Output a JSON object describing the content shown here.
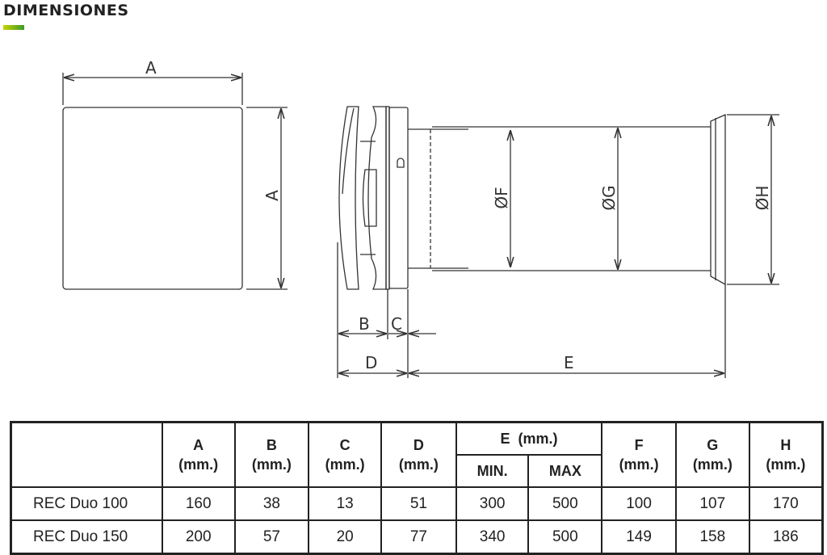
{
  "title": "DIMENSIONES",
  "accent_gradient": [
    "#c8d400",
    "#3a9a2a"
  ],
  "drawing_labels": {
    "A_top": "A",
    "A_side": "A",
    "B": "B",
    "C": "C",
    "D": "D",
    "E": "E",
    "F": "ØF",
    "G": "ØG",
    "H": "ØH"
  },
  "table": {
    "headers": [
      {
        "letter": "A",
        "unit": "(mm.)"
      },
      {
        "letter": "B",
        "unit": "(mm.)"
      },
      {
        "letter": "C",
        "unit": "(mm.)"
      },
      {
        "letter": "D",
        "unit": "(mm.)"
      },
      {
        "letter": "E  (mm.)",
        "sub": [
          "MIN.",
          "MAX"
        ]
      },
      {
        "letter": "F",
        "unit": "(mm.)"
      },
      {
        "letter": "G",
        "unit": "(mm.)"
      },
      {
        "letter": "H",
        "unit": "(mm.)"
      }
    ],
    "rows": [
      {
        "model": "REC Duo 100",
        "values": [
          "160",
          "38",
          "13",
          "51",
          "300",
          "500",
          "100",
          "107",
          "170"
        ]
      },
      {
        "model": "REC Duo 150",
        "values": [
          "200",
          "57",
          "20",
          "77",
          "340",
          "500",
          "149",
          "158",
          "186"
        ]
      }
    ]
  }
}
